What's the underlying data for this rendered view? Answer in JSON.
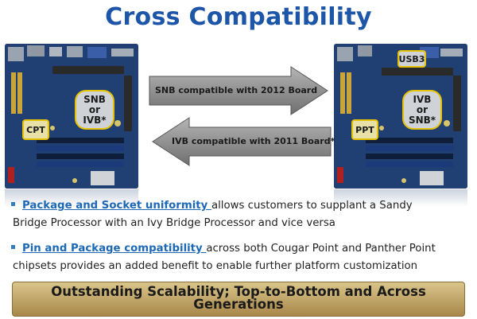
{
  "title": "Cross Compatibility",
  "left_board": {
    "socket_label": "SNB\nor\nIVB*",
    "chipset_label": "CPT"
  },
  "right_board": {
    "socket_label": "IVB\nor\nSNB*",
    "chipset_label": "PPT",
    "usb_label": "USB3"
  },
  "arrows": {
    "top_label": "SNB  compatible with 2012 Board",
    "bottom_label": "IVB compatible with 2011 Board*"
  },
  "bullets": [
    {
      "link": "Package and Socket uniformity ",
      "text_line1": "allows customers to supplant a Sandy",
      "text_line2": "Bridge Processor with an Ivy Bridge Processor and vice versa"
    },
    {
      "link": "Pin and Package compatibility ",
      "text_line1": "across both Cougar Point and Panther Point",
      "text_line2": "chipsets provides an added benefit to enable further platform customization"
    }
  ],
  "banner": {
    "line1": "Outstanding Scalability; Top-to-Bottom and Across",
    "line2": "Generations"
  },
  "colors": {
    "title": "#1d55a8",
    "link": "#1d68b5",
    "bullet": "#2f7fc1",
    "banner": "#c2a567",
    "highlight": "#e6c200"
  }
}
